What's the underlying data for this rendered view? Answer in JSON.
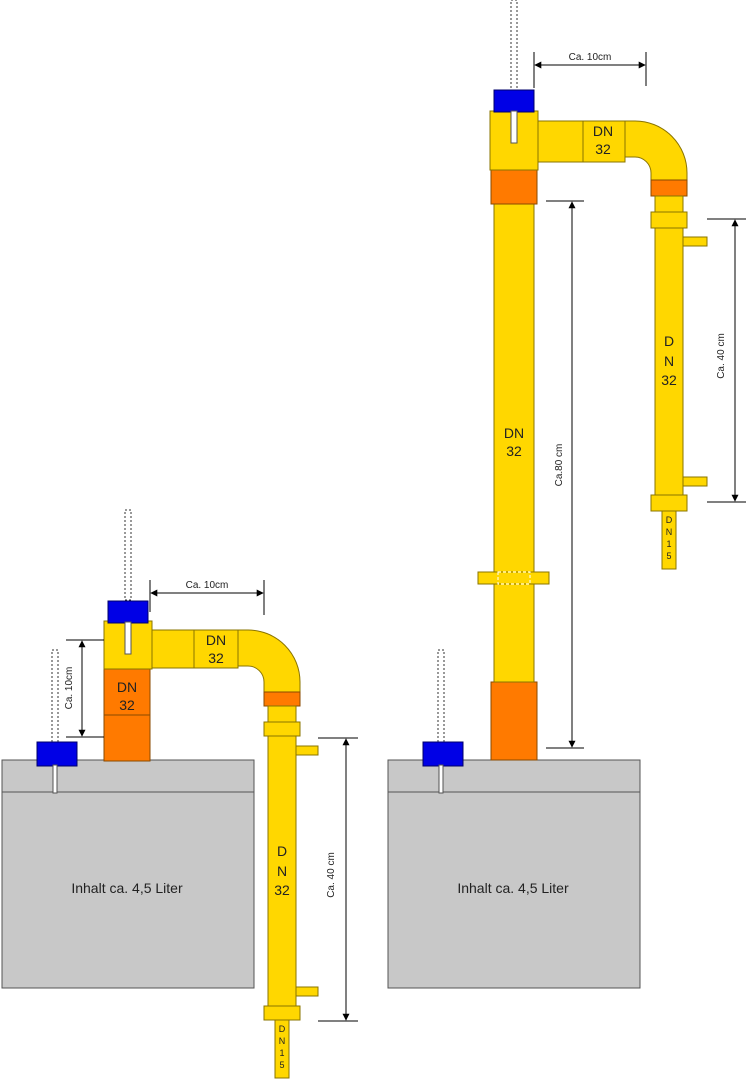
{
  "left": {
    "tank_label": "Inhalt ca. 4,5 Liter",
    "dim_top": "Ca. 10cm",
    "dim_vertical_small": "Ca. 10cm",
    "dim_vertical_40": "Ca. 40 cm",
    "riser_label": [
      "DN",
      "32"
    ],
    "elbow_label": [
      "DN",
      "32"
    ],
    "down_label": [
      "D",
      "N",
      "32"
    ],
    "outlet_label": [
      "D",
      "N",
      "1",
      "5"
    ]
  },
  "right": {
    "tank_label": "Inhalt ca. 4,5 Liter",
    "dim_top": "Ca. 10cm",
    "dim_vertical_80": "Ca.80 cm",
    "dim_vertical_40": "Ca. 40 cm",
    "riser_label": [
      "DN",
      "32"
    ],
    "elbow_label": [
      "DN",
      "32"
    ],
    "down_label": [
      "D",
      "N",
      "32"
    ],
    "outlet_label": [
      "D",
      "N",
      "1",
      "5"
    ]
  },
  "colors": {
    "pipe": "#ffd700",
    "socket": "#ff7a00",
    "cap": "#0000e6",
    "tank": "#c8c8c8"
  }
}
